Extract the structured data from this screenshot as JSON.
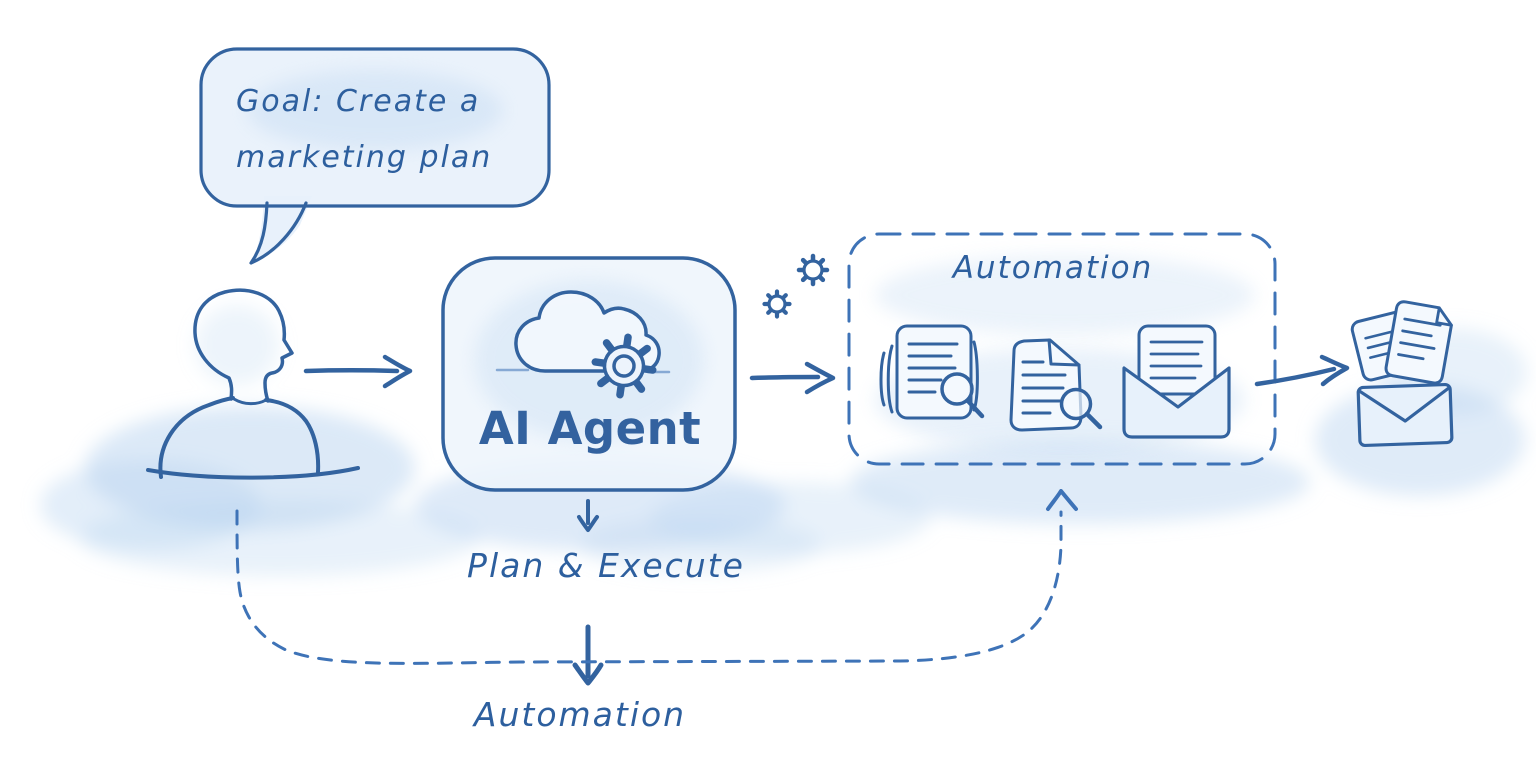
{
  "palette": {
    "ink": "#33639F",
    "ink_bright": "#3E73B7",
    "text": "#2D5F9E",
    "bubble_fill": "#E8F1FB",
    "panel_fill": "#EDF4FC",
    "doc_fill": "#F4F9FE",
    "env_fill": "#E7F1FB",
    "wash": "#B9D4F0"
  },
  "speech_bubble": {
    "text": "Goal: Create a\nmarketing plan"
  },
  "user": {
    "icon": "person-icon"
  },
  "agent_box": {
    "label": "AI Agent",
    "icon": "cloud-gear-icon"
  },
  "gears": {
    "icon": "gears-icon"
  },
  "automation_panel": {
    "title": "Automation",
    "icons": [
      "document-stack-search-icon",
      "document-search-icon",
      "open-envelope-letter-icon"
    ]
  },
  "output": {
    "icons": [
      "stacked-documents-icon",
      "closed-envelope-icon"
    ]
  },
  "labels": {
    "plan_execute": "Plan & Execute",
    "automation_loop": "Automation"
  }
}
